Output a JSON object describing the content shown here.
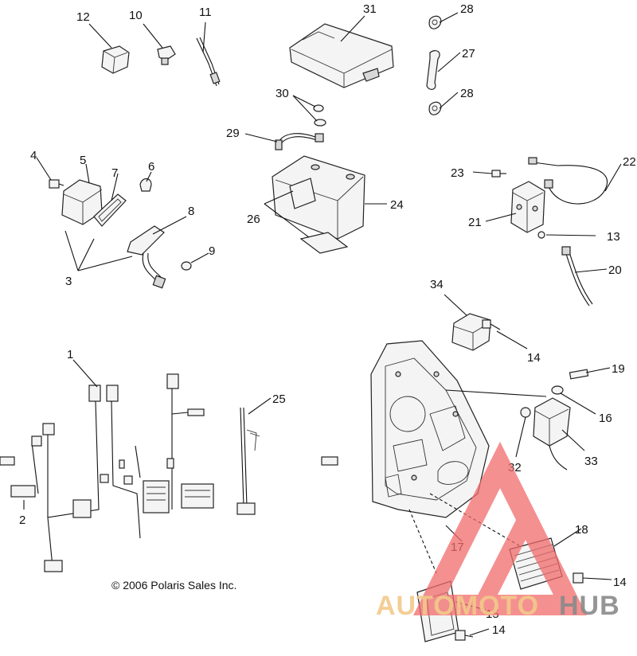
{
  "copyright": "© 2006 Polaris Sales Inc.",
  "watermark": {
    "left": "AUTOMOTO",
    "right": "HUB",
    "accent_color": "#f26b6b",
    "text_color": "#f2c98a",
    "hub_color": "#8a8a8a"
  },
  "callouts": {
    "c1": "1",
    "c2": "2",
    "c3": "3",
    "c4": "4",
    "c5": "5",
    "c6": "6",
    "c7": "7",
    "c8": "8",
    "c9": "9",
    "c10": "10",
    "c11": "11",
    "c12": "12",
    "c13": "13",
    "c14a": "14",
    "c14b": "14",
    "c14c": "14",
    "c15": "15",
    "c16": "16",
    "c17": "17",
    "c18": "18",
    "c19": "19",
    "c20": "20",
    "c21": "21",
    "c22": "22",
    "c23": "23",
    "c24": "24",
    "c25": "25",
    "c26": "26",
    "c27": "27",
    "c28a": "28",
    "c28b": "28",
    "c29": "29",
    "c30": "30",
    "c31": "31",
    "c32": "32",
    "c33": "33",
    "c34": "34"
  }
}
